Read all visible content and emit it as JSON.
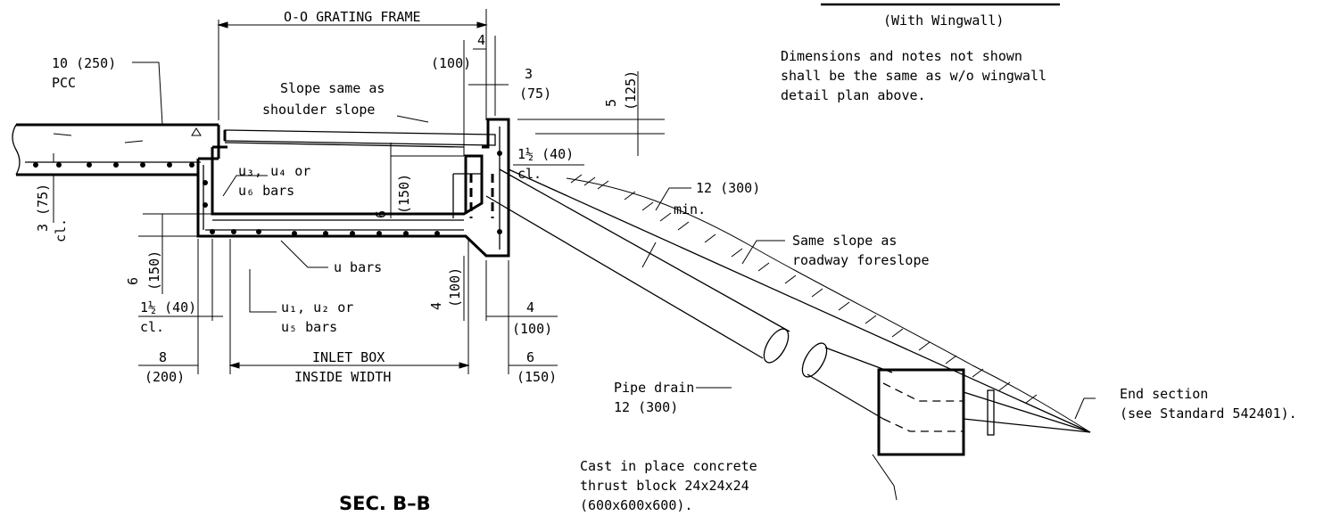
{
  "labels": {
    "grating_frame": "O-O GRATING FRAME",
    "with_wingwall": "(With Wingwall)",
    "note_1": "Dimensions and notes not shown",
    "note_2": "shall  be the same as w/o wingwall",
    "note_3": "detail  plan above.",
    "pcc_1": "10 (250)",
    "pcc_2": "PCC",
    "slope_1": "Slope same as",
    "slope_2": "shoulder slope",
    "dim_top_4": "4",
    "dim_top_100": "(100)",
    "dim_3": "3",
    "dim_75": "(75)",
    "dim_5": "5",
    "dim_125": "(125)",
    "dim_112_40_top": "1½ (40)",
    "cl_top": "cl.",
    "bars_u3_1": "u₃, u₄ or",
    "bars_u3_2": "u₆ bars",
    "dim_3_75_left": "3 (75)",
    "cl_left": "cl.",
    "dim_6_150_mid": "6",
    "dim_150_mid": "(150)",
    "dim_6_left": "6",
    "dim_150_left": "(150)",
    "u_bars": "u bars",
    "bars_u1_1": "u₁, u₂ or",
    "bars_u1_2": "u₅ bars",
    "dim_112_40_left": "1½ (40)",
    "cl_bottom": "cl.",
    "dim_4_vert": "4",
    "dim_100_vert": "(100)",
    "dim_4_right": "4",
    "dim_100_right": "(100)",
    "dim_8": "8",
    "dim_200": "(200)",
    "inlet_box": "INLET BOX",
    "inside_width": "INSIDE WIDTH",
    "dim_6_right": "6",
    "dim_150_right": "(150)",
    "min_12": "12 (300)",
    "min_label": "min.",
    "same_slope_1": "Same slope as",
    "same_slope_2": "roadway foreslope",
    "pipe_drain_1": "Pipe drain",
    "pipe_drain_2": "12 (300)",
    "end_section_1": "End section",
    "end_section_2": "(see Standard 542401).",
    "thrust_1": "Cast in place concrete",
    "thrust_2": "thrust block 24x24x24",
    "thrust_3": "(600x600x600).",
    "section_title": "SEC. B–B"
  }
}
